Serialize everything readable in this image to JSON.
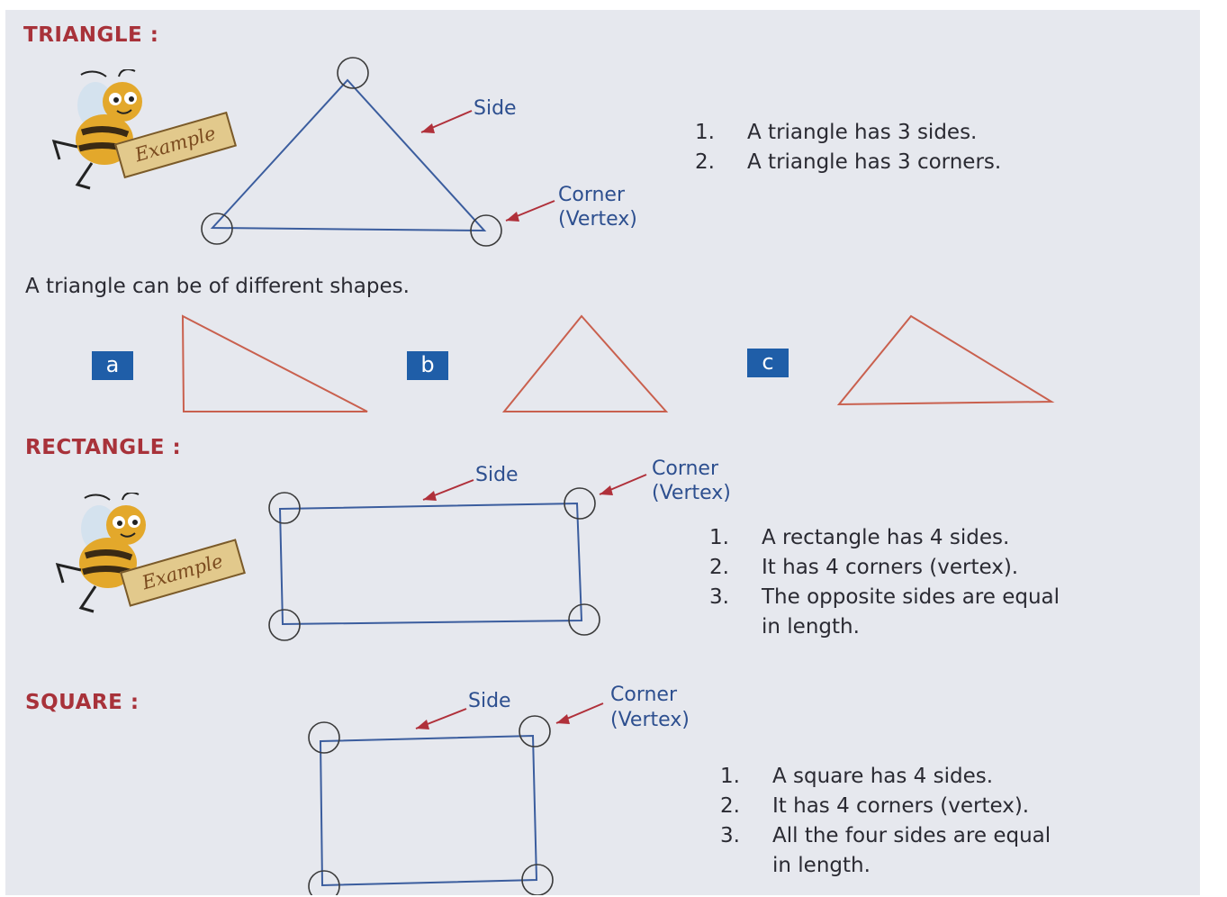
{
  "colors": {
    "heading": "#a8323a",
    "shape_outline": "#3b5d9e",
    "triangle_outline": "#c9604e",
    "arrow": "#b0303a",
    "tag_background": "#1f5ea8",
    "page_background": "#e6e8ee"
  },
  "icons": {
    "mascot": "bee-mascot-icon"
  },
  "triangle": {
    "heading": "TRIANGLE :",
    "example_label": "Example",
    "side_label": "Side",
    "corner_label": "Corner",
    "vertex_label": "(Vertex)",
    "facts": [
      {
        "num": "1.",
        "text": "A triangle has 3 sides."
      },
      {
        "num": "2.",
        "text": "A triangle has 3 corners."
      }
    ],
    "shapes_intro": "A triangle can be of different shapes.",
    "shape_tags": [
      "a",
      "b",
      "c"
    ]
  },
  "rectangle": {
    "heading": "RECTANGLE :",
    "example_label": "Example",
    "side_label": "Side",
    "corner_label": "Corner",
    "vertex_label": "(Vertex)",
    "facts": [
      {
        "num": "1.",
        "text": "A rectangle has 4 sides.",
        "cont": ""
      },
      {
        "num": "2.",
        "text": "It has 4 corners (vertex).",
        "cont": ""
      },
      {
        "num": "3.",
        "text": "The opposite sides are equal",
        "cont": "in length."
      }
    ]
  },
  "square": {
    "heading": "SQUARE :",
    "side_label": "Side",
    "corner_label": "Corner",
    "vertex_label": "(Vertex)",
    "facts": [
      {
        "num": "1.",
        "text": "A square has 4 sides.",
        "cont": ""
      },
      {
        "num": "2.",
        "text": "It has 4 corners (vertex).",
        "cont": ""
      },
      {
        "num": "3.",
        "text": "All the four sides are equal",
        "cont": "in length."
      }
    ]
  }
}
